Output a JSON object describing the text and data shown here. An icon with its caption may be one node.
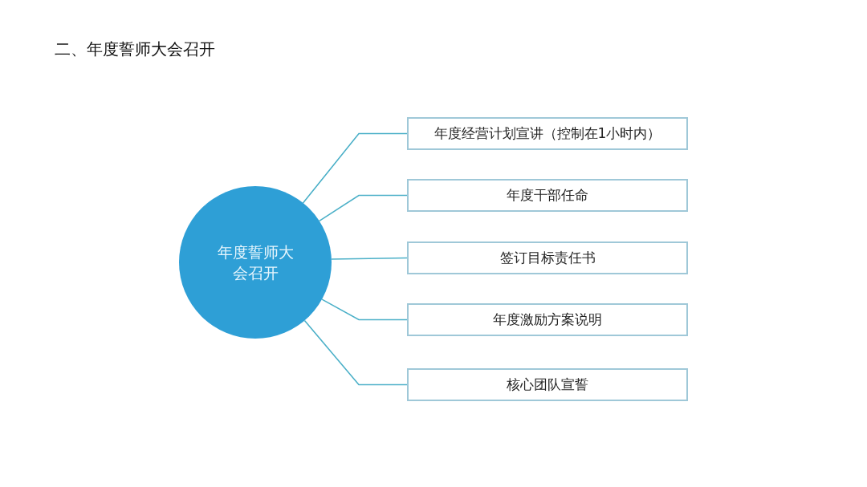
{
  "diagram": {
    "title": "二、年度誓师大会召开",
    "nodes": [
      {
        "text": [
          "年度誓师大会召开"
        ]
      },
      {
        "text": [
          "年度经营计划宣讲（控制在1小时内）"
        ]
      },
      {
        "text": [
          "年度干部任命"
        ]
      },
      {
        "text": [
          "签订目标责任书"
        ]
      },
      {
        "text": [
          "年度激励方案说明"
        ]
      },
      {
        "text": [
          "核心团队宣誓"
        ]
      }
    ],
    "edges": [
      {
        "from": 0,
        "to": 1,
        "arrow": "none"
      },
      {
        "from": 0,
        "to": 2,
        "arrow": "none"
      },
      {
        "from": 0,
        "to": 3,
        "arrow": "none"
      },
      {
        "from": 0,
        "to": 4,
        "arrow": "none"
      },
      {
        "from": 0,
        "to": 5,
        "arrow": "none"
      }
    ]
  }
}
